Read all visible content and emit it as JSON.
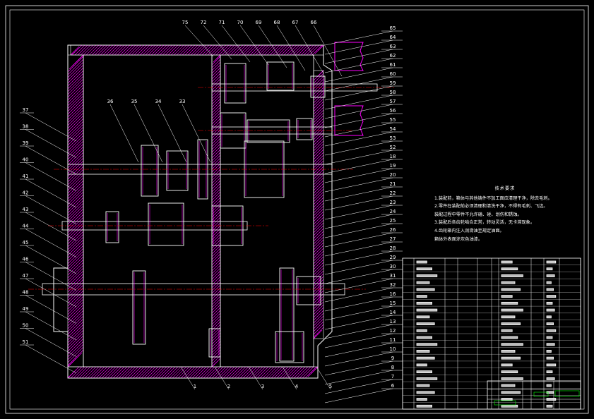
{
  "drawing": {
    "colors": {
      "background": "#000000",
      "outline": "#ffffff",
      "hatch": "#ff00ff",
      "leader": "#ffffff",
      "centerline": "#ff0000",
      "shaft_text": "#00ffff",
      "title_green": "#00ff00",
      "yellow": "#ffff00"
    },
    "balloons_top": [
      "75",
      "72",
      "71",
      "70",
      "69",
      "68",
      "67",
      "66"
    ],
    "balloons_top_mid": [
      "36",
      "35",
      "34",
      "33"
    ],
    "balloons_left": [
      "37",
      "38",
      "39",
      "40",
      "41",
      "42",
      "43",
      "44",
      "45",
      "46",
      "47",
      "48",
      "49",
      "50",
      "51"
    ],
    "balloons_right": [
      "65",
      "64",
      "63",
      "62",
      "61",
      "60",
      "59",
      "58",
      "57",
      "56",
      "55",
      "54",
      "53",
      "52",
      "18",
      "19",
      "20",
      "21",
      "22",
      "23",
      "24",
      "25",
      "26",
      "27",
      "28",
      "29",
      "30",
      "31",
      "32",
      "16",
      "15",
      "14",
      "13",
      "12",
      "11",
      "10",
      "9",
      "8",
      "7",
      "6"
    ],
    "balloons_bottom": [
      "1",
      "2",
      "3",
      "4",
      "5"
    ],
    "shaft_texts": [
      "",
      "",
      "",
      "",
      ""
    ],
    "tech_notes": {
      "title": "技术要求",
      "lines": [
        "1.装配前，箱体与其他铸件不加工面应清理干净，除去毛刺。",
        "2.零件在装配前必须清理和清洗干净，不得有毛刺、飞边。",
        "   装配过程中零件不允许磕、碰、划伤和锈蚀。",
        "3.装配后各齿轮啮合正常，转动灵活，无卡滞现象。",
        "4.齿轮箱内注入润滑油至规定油面。",
        "   箱体外表面涂灰色油漆。"
      ]
    },
    "parts_table_rows": 22,
    "title_block": {
      "labels": [
        "",
        "",
        ""
      ]
    }
  }
}
